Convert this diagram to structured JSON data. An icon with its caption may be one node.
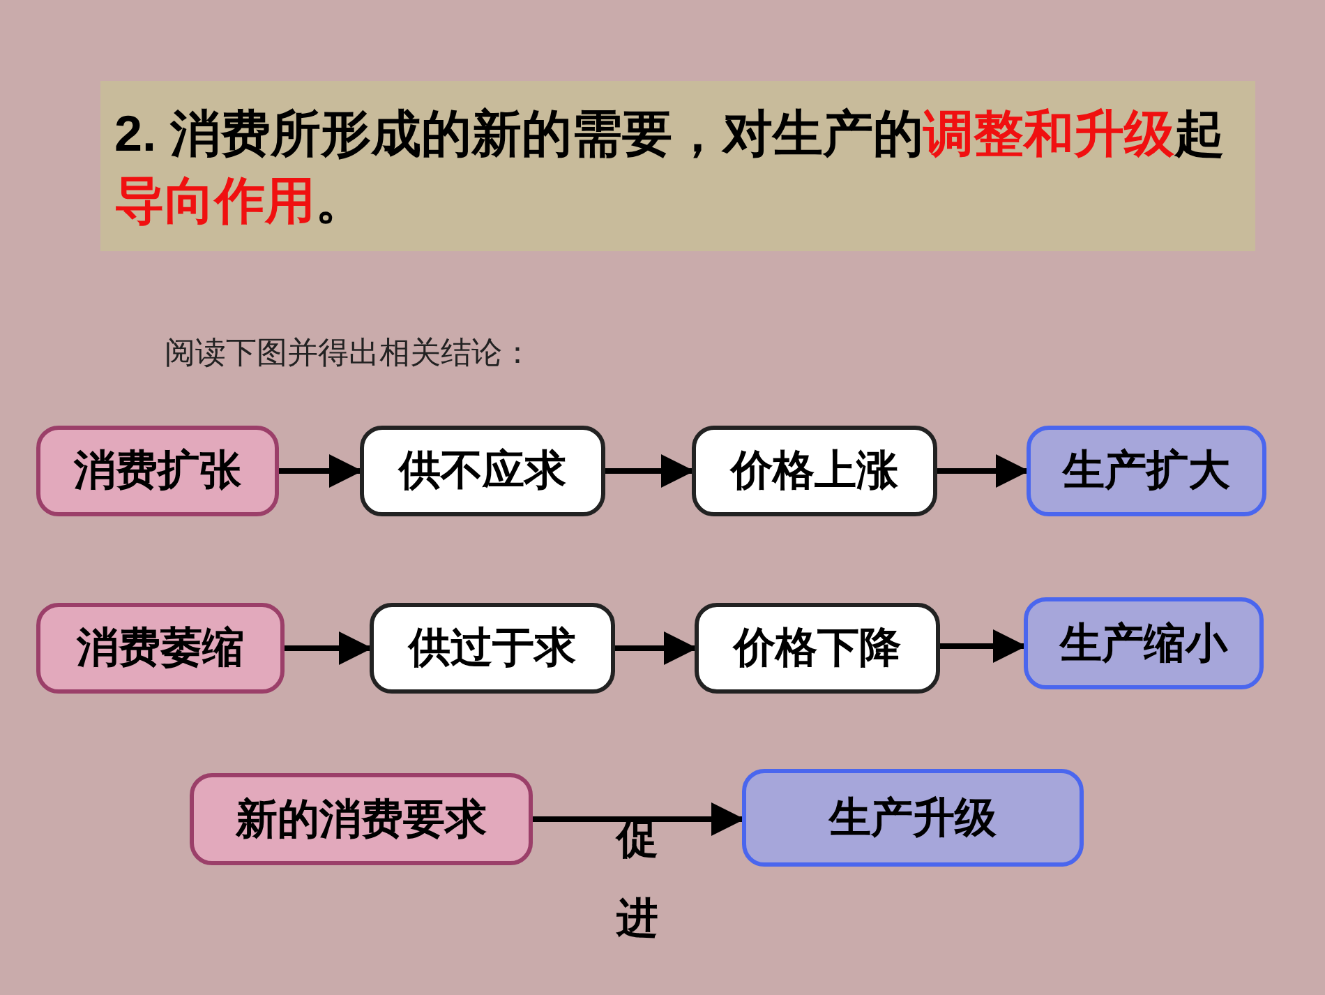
{
  "diagram": {
    "title": "2. 消费所形成的新的需要，对生产的**调整和升级**起**导向作用**。",
    "nodes": [
      {
        "text": [
          "消费扩张"
        ]
      },
      {
        "text": [
          "供不应求"
        ]
      },
      {
        "text": [
          "价格上涨"
        ]
      },
      {
        "text": [
          "生产扩大"
        ]
      },
      {
        "text": [
          "消费萎缩"
        ]
      },
      {
        "text": [
          "供过于求"
        ]
      },
      {
        "text": [
          "价格下降"
        ]
      },
      {
        "text": [
          "生产缩小"
        ]
      },
      {
        "text": [
          "新的消费要求"
        ]
      },
      {
        "text": [
          "生产升级"
        ]
      }
    ],
    "edges": [
      {
        "from": 0,
        "to": 1,
        "arrow": "to"
      },
      {
        "from": 1,
        "to": 2,
        "arrow": "to"
      },
      {
        "from": 2,
        "to": 3,
        "arrow": "to"
      },
      {
        "from": 4,
        "to": 5,
        "arrow": "to"
      },
      {
        "from": 5,
        "to": 6,
        "arrow": "to"
      },
      {
        "from": 6,
        "to": 7,
        "arrow": "to"
      },
      {
        "from": 8,
        "to": 9,
        "label": "促进",
        "arrow": "to"
      }
    ],
    "labels": [
      "阅读下图并得出相关结论："
    ]
  }
}
